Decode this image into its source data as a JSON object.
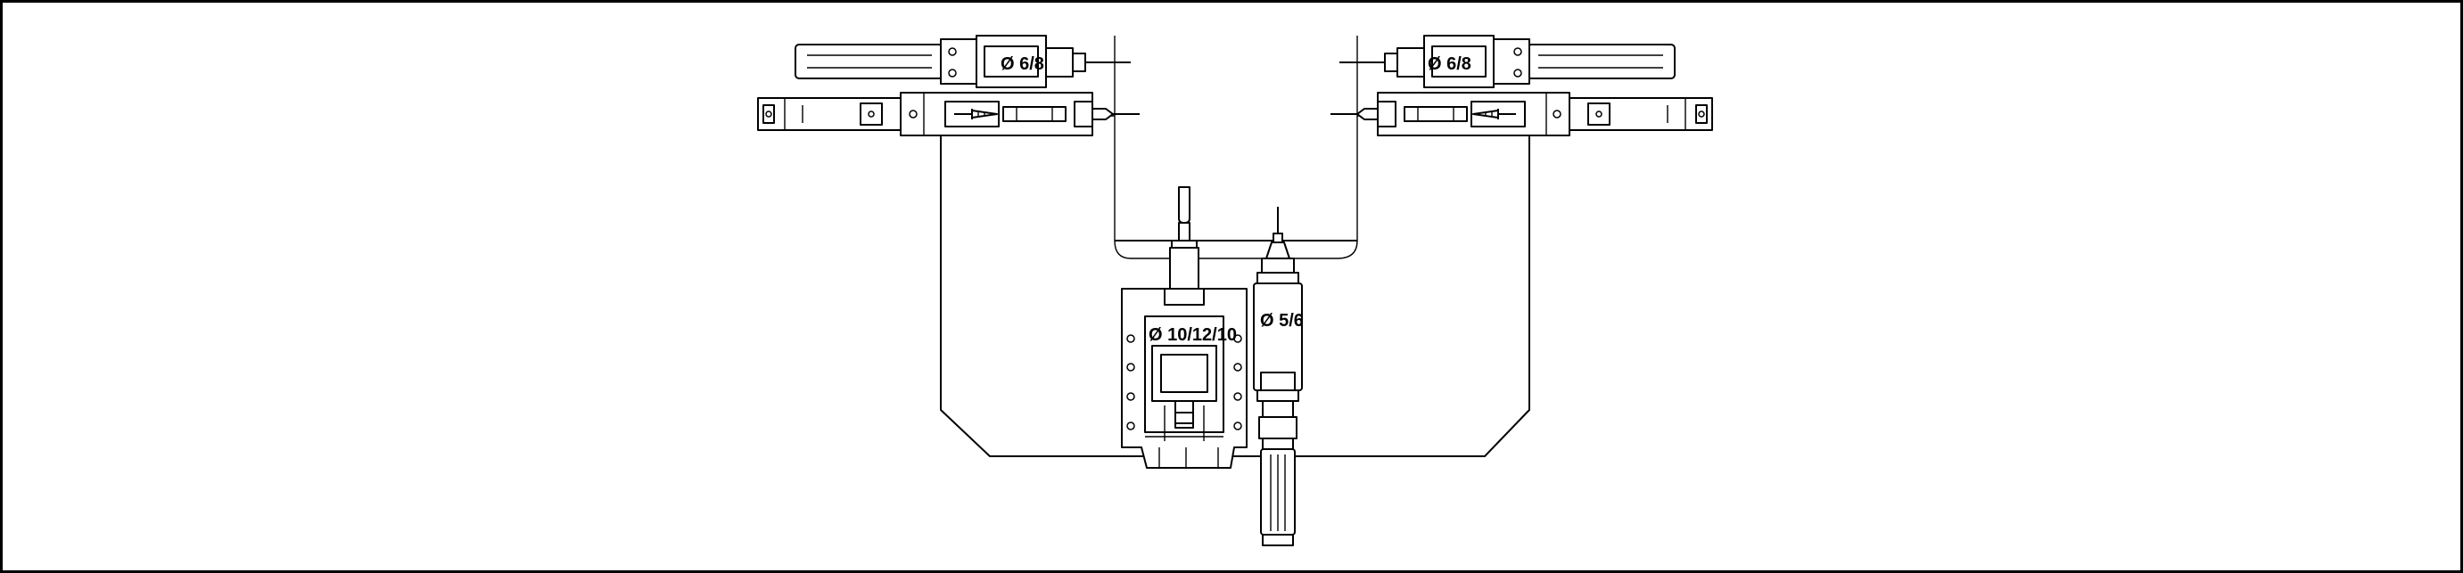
{
  "labels": {
    "top_left": "Ø 6/8",
    "top_right": "Ø 6/8",
    "center_unit": "Ø 10/12/10",
    "side_unit": "Ø 5/6"
  },
  "colors": {
    "line": "#000000",
    "background": "#ffffff"
  },
  "icons": [
    "screw-icon",
    "screw-icon"
  ]
}
